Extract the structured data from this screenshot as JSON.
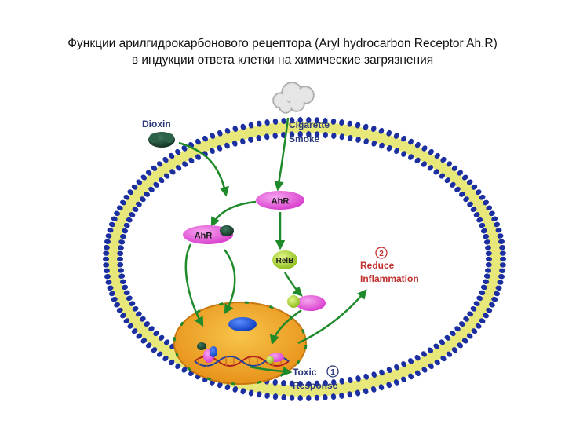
{
  "title": {
    "line1": "Функции арилгидрокарбонового рецептора (Aryl hydrocarbon Receptor Ah.R)",
    "line2": "в индукции ответа клетки  на химические загрязнения"
  },
  "diagram": {
    "dioxin_label": "Dioxin",
    "cigarette_label_1": "Cigarette",
    "cigarette_label_2": "Smoke",
    "ahr_label": "AhR",
    "ahr_bound_label": "AhR",
    "relb_label": "RelB",
    "reduce_number": "2",
    "reduce_label_1": "Reduce",
    "reduce_label_2": "Inflammation",
    "toxic_number": "1",
    "toxic_label_1": "Toxic",
    "toxic_label_2": "Response",
    "colors": {
      "arrow": "#1f8a2a",
      "membrane_head": "#1b2fa0",
      "membrane_tail": "#e8e87a",
      "nucleus": "#f0a020",
      "ahr": "#e94fe0",
      "dioxin": "#1e4a35",
      "relb": "#a8d830",
      "label_blue": "#2a3a7a",
      "label_red": "#c03030"
    }
  }
}
